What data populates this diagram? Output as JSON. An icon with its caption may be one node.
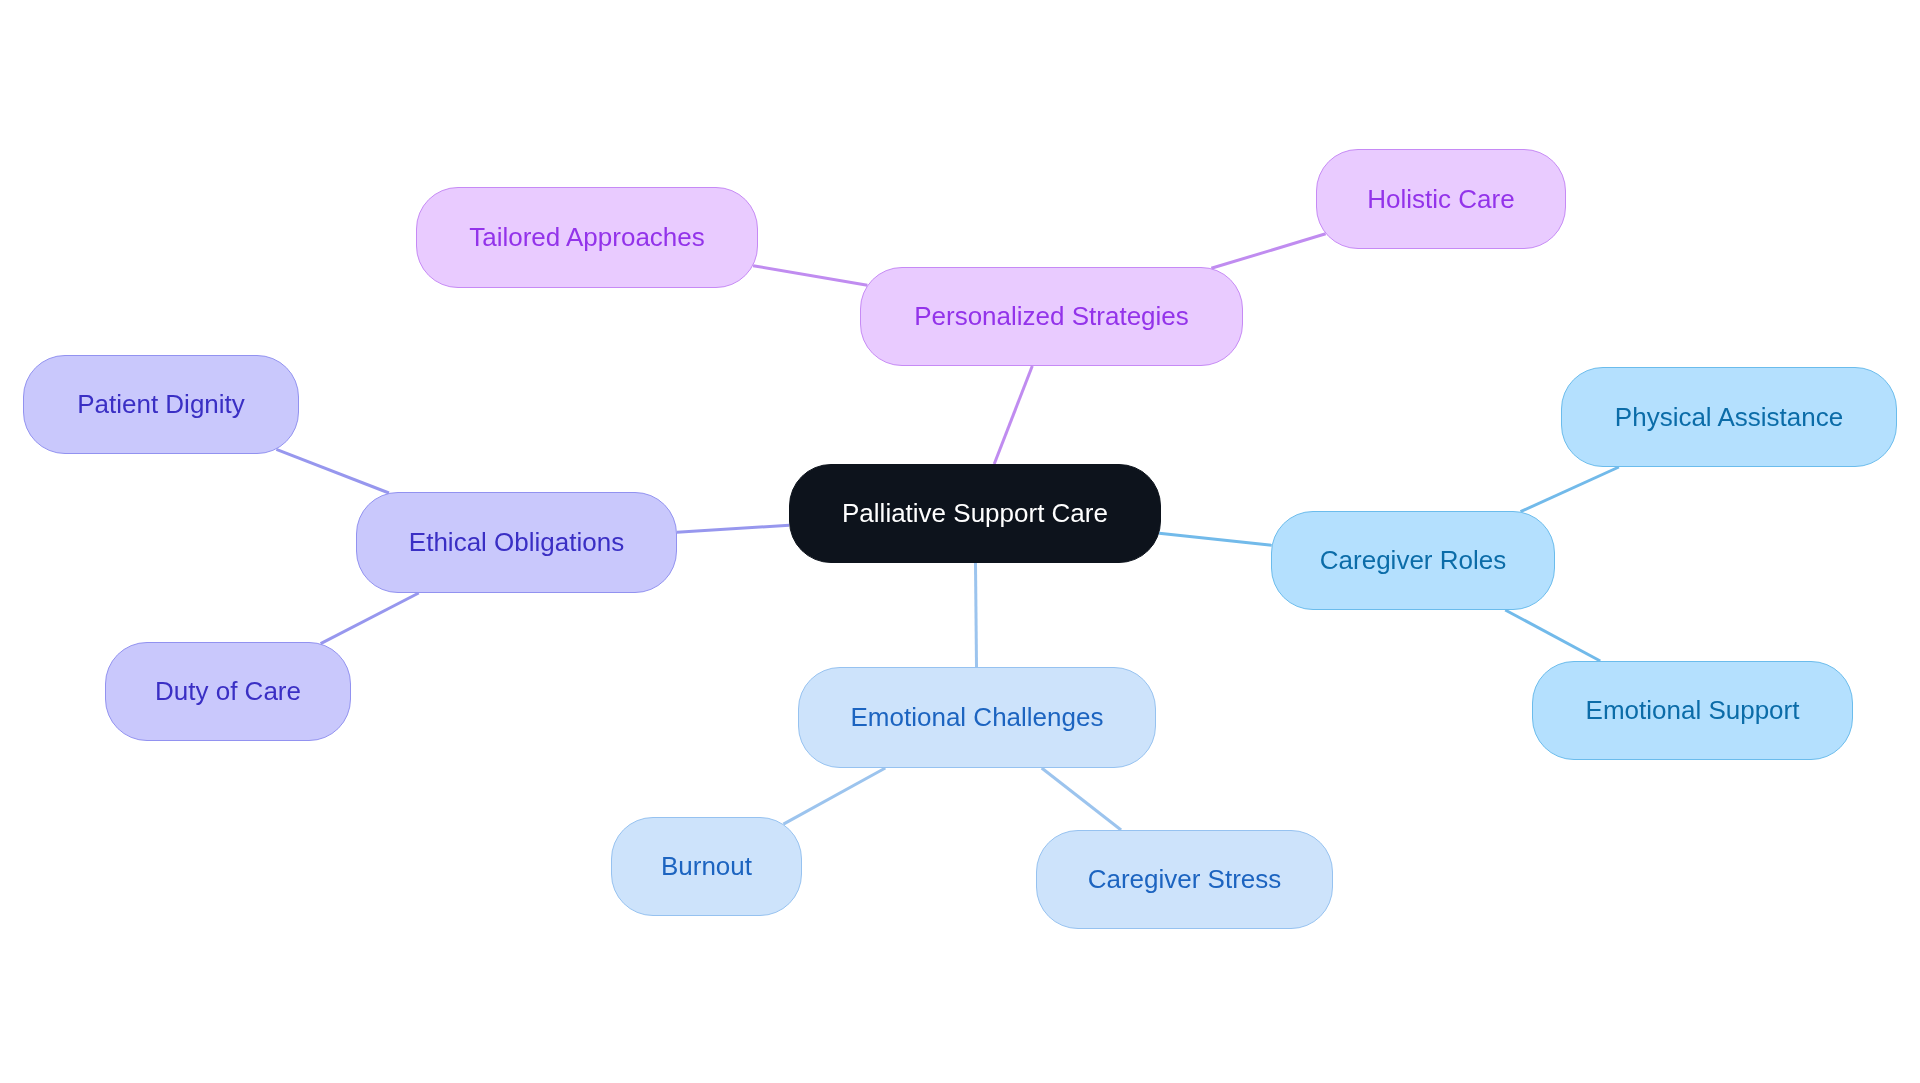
{
  "diagram": {
    "nodes": [
      {
        "text": [
          "Palliative Support Care"
        ]
      },
      {
        "text": [
          "Personalized Strategies"
        ]
      },
      {
        "text": [
          "Tailored Approaches"
        ]
      },
      {
        "text": [
          "Holistic Care"
        ]
      },
      {
        "text": [
          "Ethical Obligations"
        ]
      },
      {
        "text": [
          "Patient Dignity"
        ]
      },
      {
        "text": [
          "Duty of Care"
        ]
      },
      {
        "text": [
          "Caregiver Roles"
        ]
      },
      {
        "text": [
          "Physical Assistance"
        ]
      },
      {
        "text": [
          "Emotional Support"
        ]
      },
      {
        "text": [
          "Emotional Challenges"
        ]
      },
      {
        "text": [
          "Burnout"
        ]
      },
      {
        "text": [
          "Caregiver Stress"
        ]
      }
    ],
    "edges": [
      {
        "from": 0,
        "to": 1,
        "arrow": "none"
      },
      {
        "from": 1,
        "to": 2,
        "arrow": "none"
      },
      {
        "from": 1,
        "to": 3,
        "arrow": "none"
      },
      {
        "from": 0,
        "to": 4,
        "arrow": "none"
      },
      {
        "from": 4,
        "to": 5,
        "arrow": "none"
      },
      {
        "from": 4,
        "to": 6,
        "arrow": "none"
      },
      {
        "from": 0,
        "to": 7,
        "arrow": "none"
      },
      {
        "from": 7,
        "to": 8,
        "arrow": "none"
      },
      {
        "from": 7,
        "to": 9,
        "arrow": "none"
      },
      {
        "from": 0,
        "to": 10,
        "arrow": "none"
      },
      {
        "from": 10,
        "to": 11,
        "arrow": "none"
      },
      {
        "from": 10,
        "to": 12,
        "arrow": "none"
      }
    ]
  }
}
